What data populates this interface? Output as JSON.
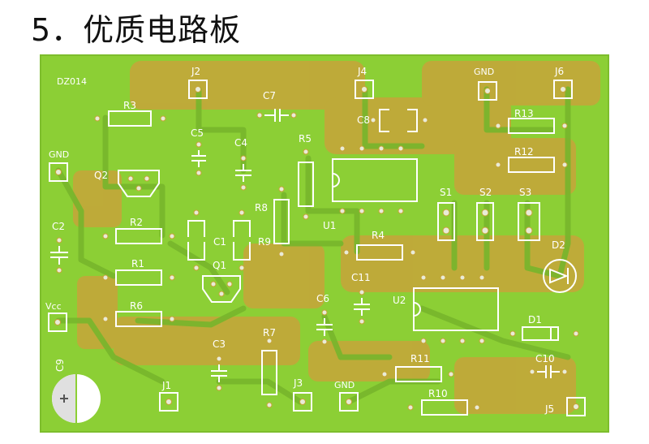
{
  "heading": "5．优质电路板",
  "board": {
    "colors": {
      "solder_mask": "#8ccf35",
      "copper": "#c7a43a",
      "silkscreen": "#ffffff",
      "pad": "#e8ecd8"
    },
    "silk_labels": {
      "dz": "DZ014",
      "j2": "J2",
      "j4": "J4",
      "gnd_top": "GND",
      "j6": "J6",
      "c7": "C7",
      "r3": "R3",
      "c8": "C8",
      "r13": "R13",
      "r5": "R5",
      "c5": "C5",
      "c4": "C4",
      "r12": "R12",
      "gnd_left": "GND",
      "q2": "Q2",
      "r8": "R8",
      "s1": "S1",
      "s2": "S2",
      "s3": "S3",
      "c2": "C2",
      "r2": "R2",
      "u1": "U1",
      "c1": "C1",
      "r9": "R9",
      "r4": "R4",
      "d2": "D2",
      "r1": "R1",
      "q1": "Q1",
      "c11": "C11",
      "vcc": "Vcc",
      "c6": "C6",
      "u2": "U2",
      "r6": "R6",
      "d1": "D1",
      "r7": "R7",
      "c3": "C3",
      "c10": "C10",
      "r11": "R11",
      "c9": "C9",
      "j1": "J1",
      "j3": "J3",
      "gnd_bottom": "GND",
      "r10": "R10",
      "j5": "J5"
    }
  }
}
